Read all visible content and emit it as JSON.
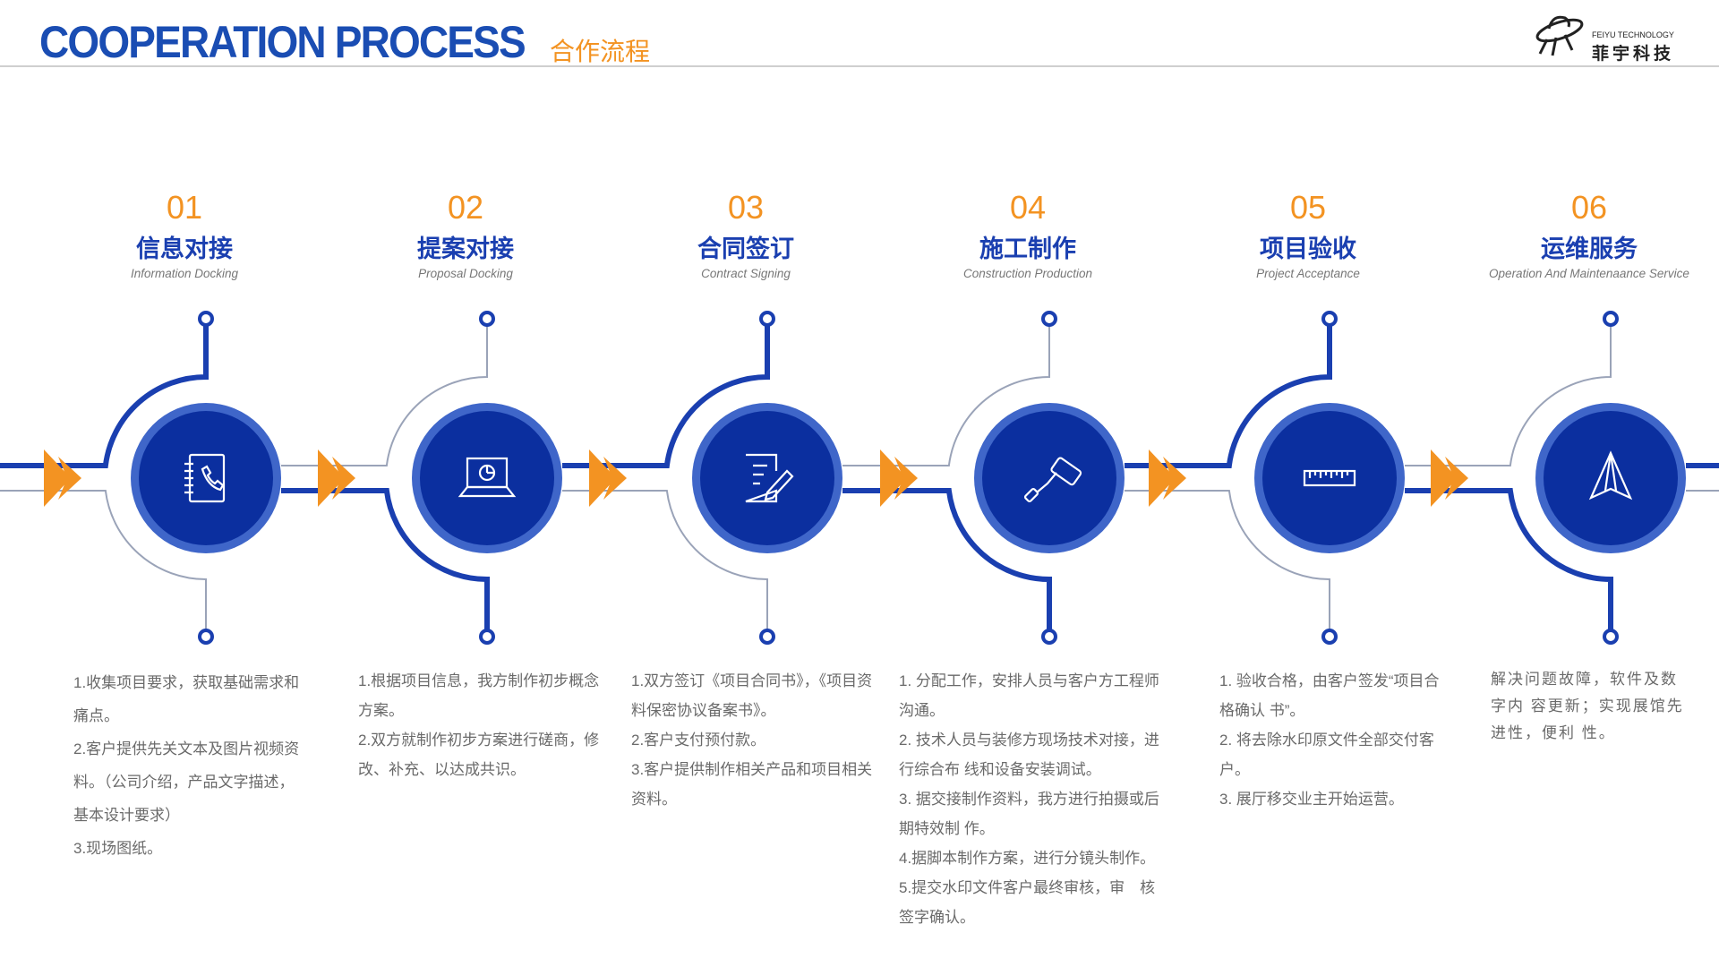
{
  "header": {
    "title": "COOPERATION PROCESS",
    "subtitle": "合作流程"
  },
  "logo": {
    "en": "FEIYU TECHNOLOGY",
    "cn": "菲宇科技"
  },
  "colors": {
    "primary": "#1a3fb0",
    "circle_dark": "#0b2f9f",
    "circle_ring": "#3f66c9",
    "accent": "#f39322",
    "thin_line": "#9aa3b8",
    "text": "#6a6a6a"
  },
  "steps": [
    {
      "number": "01",
      "title": "信息对接",
      "subtitle": "Information Docking",
      "icon": "phone-book-icon",
      "items": [
        "1.收集项目要求，获取基础需求和痛点。",
        "2.客户提供先关文本及图片视频资料。（公司介绍，产品文字描述，基本设计要求）",
        "3.现场图纸。"
      ]
    },
    {
      "number": "02",
      "title": "提案对接",
      "subtitle": "Proposal Docking",
      "icon": "laptop-chart-icon",
      "items": [
        "1.根据项目信息，我方制作初步概念方案。",
        "2.双方就制作初步方案进行磋商，修改、补充、以达成共识。"
      ]
    },
    {
      "number": "03",
      "title": "合同签订",
      "subtitle": "Contract  Signing",
      "icon": "document-sign-icon",
      "items": [
        "1.双方签订《项目合同书》，《项目资料保密协议备案书》。",
        "2.客户支付预付款。",
        "3.客户提供制作相关产品和项目相关资料。"
      ]
    },
    {
      "number": "04",
      "title": "施工制作",
      "subtitle": "Construction  Production",
      "icon": "paint-roller-icon",
      "items": [
        "1. 分配工作，安排人员与客户方工程师沟通。",
        "2. 技术人员与装修方现场技术对接，进行综合布 线和设备安装调试。",
        "3. 据交接制作资料，我方进行拍摄或后期特效制 作。",
        "4.据脚本制作方案，进行分镜头制作。",
        "5.提交水印文件客户最终审核，审　核签字确认。"
      ]
    },
    {
      "number": "05",
      "title": "项目验收",
      "subtitle": "Project Acceptance",
      "icon": "ruler-icon",
      "items": [
        "1. 验收合格，由客户签发“项目合格确认 书”。",
        "2. 将去除水印原文件全部交付客户。",
        "3. 展厅移交业主开始运营。"
      ]
    },
    {
      "number": "06",
      "title": "运维服务",
      "subtitle": "Operation And Maintenaance Service",
      "icon": "pyramid-icon",
      "items": [
        "解决问题故障，软件及数字内 容更新；实现展馆先进性，便利 性。"
      ]
    }
  ]
}
